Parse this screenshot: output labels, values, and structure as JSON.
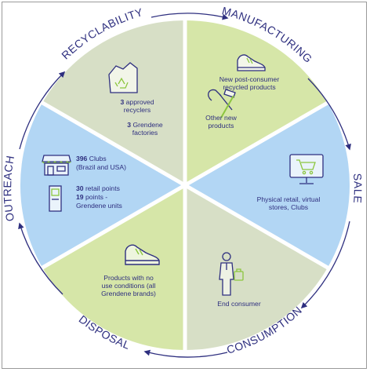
{
  "colors": {
    "navy": "#2e2f7f",
    "light_green": "#d6e6a8",
    "sage": "#d7dfc6",
    "light_blue": "#b2d6f4",
    "icon_green": "#8cc63f"
  },
  "segments": {
    "recyclability": {
      "title": "RECYCLABILITY",
      "icon": "recycle-box-icon",
      "line1_bold": "3",
      "line1_rest": " approved",
      "line2": "recyclers",
      "line3_bold": "3",
      "line3_rest": " Grendene",
      "line4": "factories"
    },
    "manufacturing": {
      "title": "MANUFACTURING",
      "icon_shoe": "sneaker-icon",
      "icon_tools": "tools-icon",
      "text1_line1": "New post-consumer",
      "text1_line2": "recycled products",
      "text2_line1": "Other new",
      "text2_line2": "products"
    },
    "sale": {
      "title": "SALE",
      "icon": "computer-cart-icon",
      "line1": "Physical retail, virtual",
      "line2": "stores, Clubs"
    },
    "consumption": {
      "title": "CONSUMPTION",
      "icon": "consumer-person-icon",
      "line1": "End consumer"
    },
    "disposal": {
      "title": "DISPOSAL",
      "icon": "sneaker-icon",
      "line1": "Products with no",
      "line2": "use conditions (all",
      "line3": "Grendene brands)"
    },
    "outreach": {
      "title": "OUTREACH",
      "icon_store": "storefront-icon",
      "icon_bin": "collection-bin-icon",
      "clubs_bold": "396",
      "clubs_rest": " Clubs",
      "clubs_line2": "(Brazil and USA)",
      "retail_bold": "30",
      "retail_rest": " retail points",
      "units_bold": "19",
      "units_rest": " points -",
      "units_line2": "Grendene units"
    }
  }
}
